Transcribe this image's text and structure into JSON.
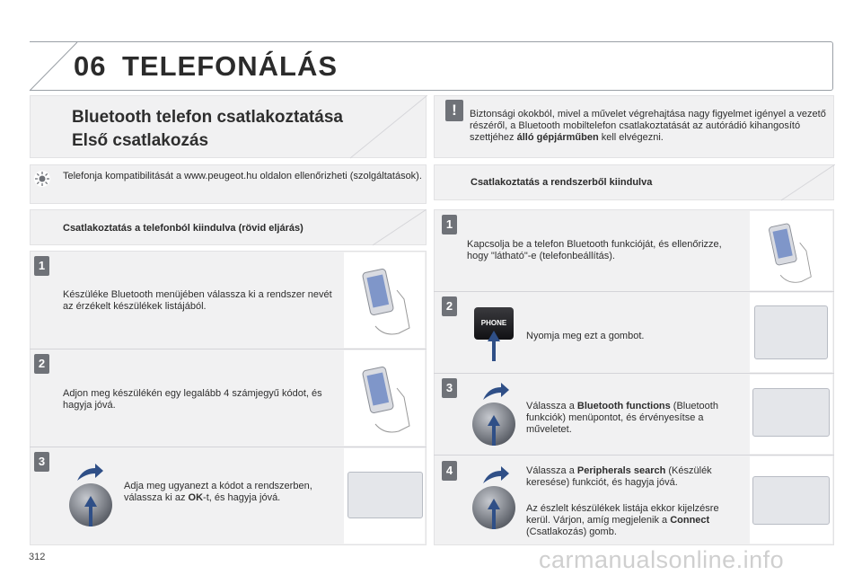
{
  "header": {
    "chapter_number": "06",
    "chapter_title": "TELEFONÁLÁS"
  },
  "title_panel": {
    "line1": "Bluetooth telefon csatlakoztatása",
    "line2": "Első csatlakozás"
  },
  "warning": {
    "text_part1": "Biztonsági okokból, mivel a művelet végrehajtása nagy figyelmet igényel a vezető részéről, a Bluetooth mobiltelefon csatlakoztatását az autórádió kihangosító szettjéhez ",
    "text_bold": "álló gépjárműben",
    "text_part2": " kell elvégezni."
  },
  "info": {
    "text": "Telefonja kompatibilitását a www.peugeot.hu oldalon ellenőrizheti (szolgáltatások)."
  },
  "phone_section": {
    "title": "Csatlakoztatás a telefonból kiindulva (rövid eljárás)",
    "steps": [
      {
        "num": "1",
        "text": "Készüléke Bluetooth menüjében válassza ki a rendszer nevét az érzékelt készülékek listájából."
      },
      {
        "num": "2",
        "text": "Adjon meg készülékén egy legalább 4 számjegyű kódot, és hagyja jóvá."
      },
      {
        "num": "3",
        "text_part1": "Adja meg ugyanezt a kódot a rendszerben, válassza ki az ",
        "text_bold": "OK",
        "text_part2": "-t, és hagyja jóvá."
      }
    ]
  },
  "system_section": {
    "title": "Csatlakoztatás a rendszerből kiindulva",
    "steps": [
      {
        "num": "1",
        "text": "Kapcsolja be a telefon Bluetooth funkcióját, és ellenőrizze, hogy \"látható\"-e (telefonbeállítás)."
      },
      {
        "num": "2",
        "text": "Nyomja meg ezt a gombot.",
        "button_label": "PHONE"
      },
      {
        "num": "3",
        "text_part1": "Válassza a ",
        "text_bold": "Bluetooth functions",
        "text_part2": " (Bluetooth funkciók) menüpontot, és érvényesítse a műveletet."
      },
      {
        "num": "4",
        "text_part1": "Válassza a ",
        "text_bold": "Peripherals search",
        "text_part2": " (Készülék keresése) funkciót, és hagyja jóvá.",
        "extra_part1": "Az észlelt készülékek listája ekkor kijelzésre kerül. Várjon, amíg megjelenik a ",
        "extra_bold": "Connect",
        "extra_part2": " (Csatlakozás) gomb."
      }
    ]
  },
  "footer": {
    "page_number": "312",
    "watermark": "carmanualsonline.info"
  }
}
